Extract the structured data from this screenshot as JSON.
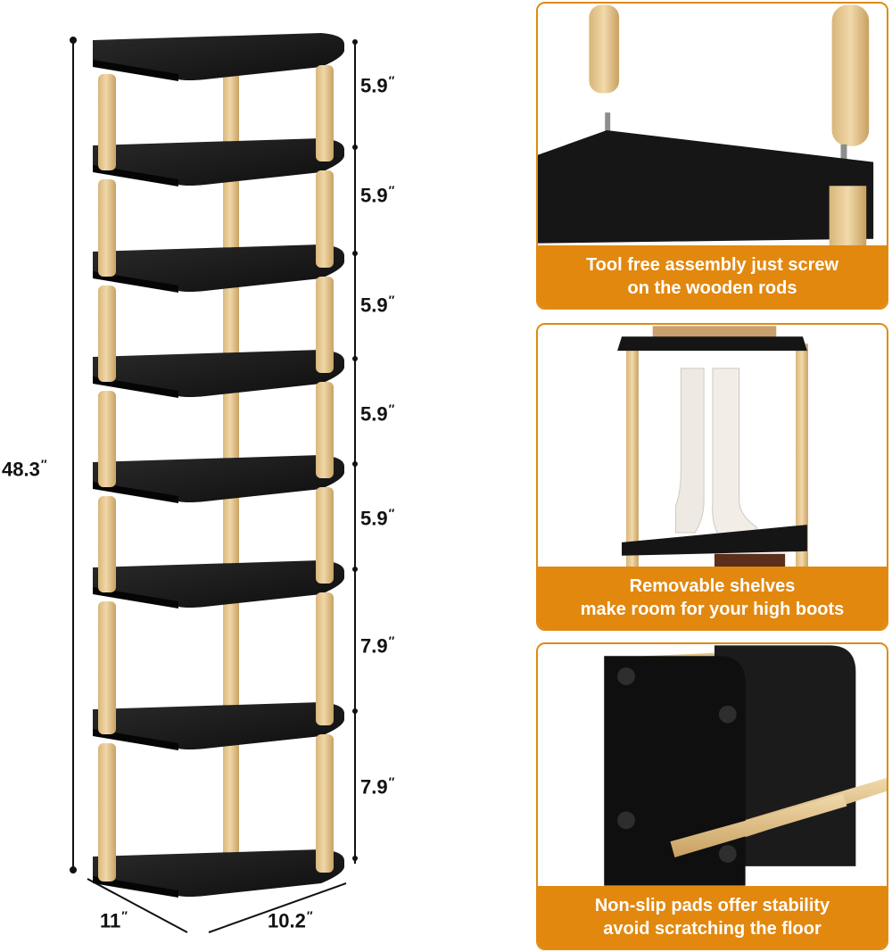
{
  "rack": {
    "shelf_spacings": [
      {
        "value": "5.9",
        "unit": "″"
      },
      {
        "value": "5.9",
        "unit": "″"
      },
      {
        "value": "5.9",
        "unit": "″"
      },
      {
        "value": "5.9",
        "unit": "″"
      },
      {
        "value": "5.9",
        "unit": "″"
      },
      {
        "value": "7.9",
        "unit": "″"
      },
      {
        "value": "7.9",
        "unit": "″"
      }
    ],
    "total_height": {
      "value": "48.3",
      "unit": "″"
    },
    "depth": {
      "value": "11",
      "unit": "″"
    },
    "width": {
      "value": "10.2",
      "unit": "″"
    },
    "colors": {
      "shelf": "#121212",
      "rod": "#e6c890",
      "line": "#111111"
    }
  },
  "panels": [
    {
      "caption_line1": "Tool free assembly just screw",
      "caption_line2": "on the wooden rods"
    },
    {
      "caption_line1": "Removable shelves",
      "caption_line2": "make room for your high boots"
    },
    {
      "caption_line1": "Non-slip pads offer stability",
      "caption_line2": "avoid scratching the floor"
    }
  ],
  "accent_color": "#e2880f"
}
